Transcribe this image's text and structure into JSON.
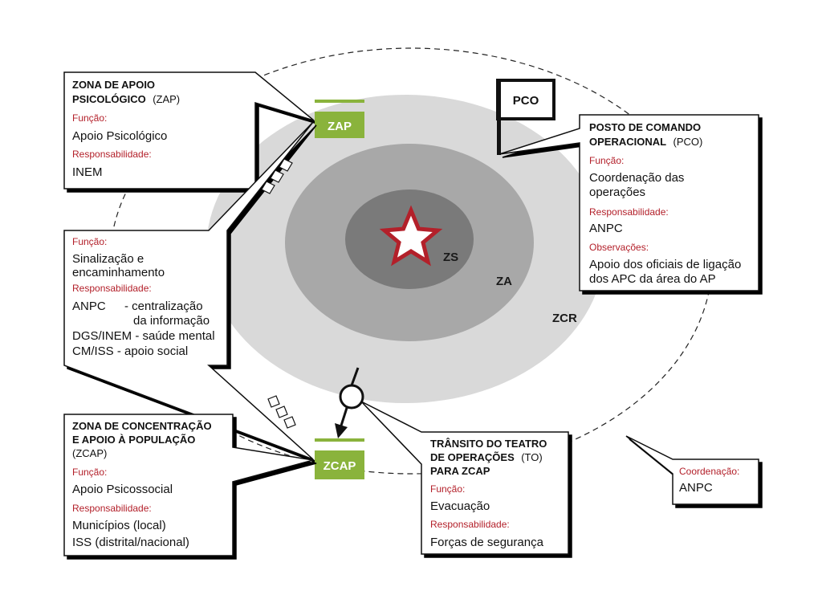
{
  "zones": {
    "zs": "ZS",
    "za": "ZA",
    "zcr": "ZCR"
  },
  "colors": {
    "zcr_fill": "#d9d9d9",
    "za_fill": "#a8a8a8",
    "zs_fill": "#7a7a7a",
    "star": "#b3202a",
    "tag_green": "#8ab33c",
    "caption_red": "#b3202a"
  },
  "zap": {
    "tag": "ZAP",
    "title_line1": "ZONA DE APOIO",
    "title_line2_bold": "PSICOLÓGICO",
    "title_line2_plain": "(ZAP)",
    "function_caption": "Função:",
    "function_value": "Apoio Psicológico",
    "responsibility_caption": "Responsabilidade:",
    "responsibility_value": "INEM"
  },
  "pco": {
    "tag": "PCO",
    "title_line1": "POSTO DE COMANDO",
    "title_line2_bold": "OPERACIONAL",
    "title_line2_plain": "(PCO)",
    "function_caption": "Função:",
    "function_value_line1": "Coordenação das",
    "function_value_line2": "operações",
    "responsibility_caption": "Responsabilidade:",
    "responsibility_value": "ANPC",
    "observations_caption": "Observações:",
    "observations_line1": "Apoio dos oficiais de ligação",
    "observations_line2": "dos APC da área do AP"
  },
  "signaling": {
    "function_caption": "Função:",
    "function_line1": "Sinalização e",
    "function_line2": "encaminhamento",
    "responsibility_caption": "Responsabilidade:",
    "row1_left": "ANPC",
    "row1_right_line1": "- centralização",
    "row1_right_line2": "da informação",
    "row2": "DGS/INEM - saúde mental",
    "row3": "CM/ISS - apoio social"
  },
  "zcap": {
    "tag": "ZCAP",
    "title_line1": "ZONA DE CONCENTRAÇÃO",
    "title_line2": "E APOIO À POPULAÇÃO",
    "title_line3": "(ZCAP)",
    "function_caption": "Função:",
    "function_value": "Apoio Psicossocial",
    "responsibility_caption": "Responsabilidade:",
    "responsibility_line1": "Municípios (local)",
    "responsibility_line2": "ISS (distrital/nacional)"
  },
  "to": {
    "title_line1": "TRÂNSITO DO TEATRO",
    "title_line2_bold": "DE OPERAÇÕES",
    "title_line2_plain": "(TO)",
    "title_line3": "PARA ZCAP",
    "function_caption": "Função:",
    "function_value": "Evacuação",
    "responsibility_caption": "Responsabilidade:",
    "responsibility_value": "Forças de segurança"
  },
  "coordination": {
    "caption": "Coordenação:",
    "value": "ANPC"
  }
}
